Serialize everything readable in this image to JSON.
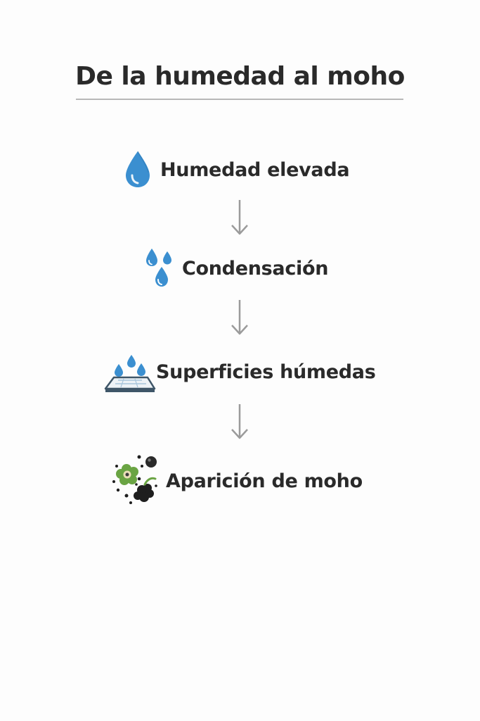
{
  "title": "De la humedad al moho",
  "steps": [
    {
      "label": "Humedad elevada",
      "icon": "water-drop-icon"
    },
    {
      "label": "Condensación",
      "icon": "condensation-drops-icon"
    },
    {
      "label": "Superficies húmedas",
      "icon": "wet-surface-icon"
    },
    {
      "label": "Aparición de moho",
      "icon": "mold-spores-icon"
    }
  ],
  "colors": {
    "drop": "#3b8fd0",
    "arrow": "#9b9b9b",
    "mold_green": "#6aa443",
    "mold_dark": "#1e1e1e",
    "surface": "#3f5668"
  }
}
